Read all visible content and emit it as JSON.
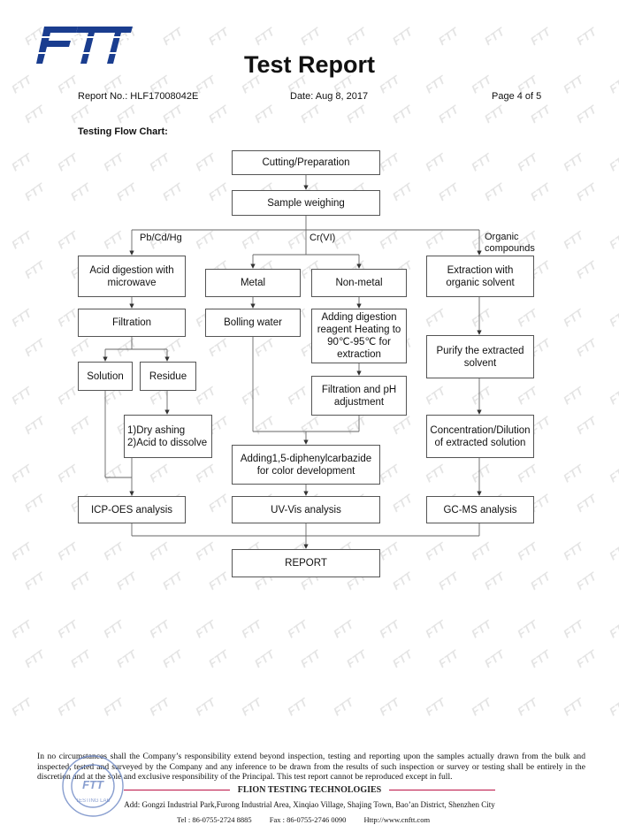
{
  "header": {
    "logo_text": "FTT",
    "title": "Test Report",
    "report_no": "Report No.: HLF17008042E",
    "date": "Date: Aug 8, 2017",
    "page": "Page 4 of 5"
  },
  "section_title": "Testing Flow Chart:",
  "flow": {
    "cutting": "Cutting/Preparation",
    "weighing": "Sample weighing",
    "branch_pb": "Pb/Cd/Hg",
    "branch_cr": "Cr(VI)",
    "branch_org": "Organic compounds",
    "acid": "Acid digestion with microwave",
    "filtration": "Filtration",
    "solution": "Solution",
    "residue": "Residue",
    "dry": "1)Dry ashing 2)Acid to dissolve",
    "icp": "ICP-OES analysis",
    "metal": "Metal",
    "nonmetal": "Non-metal",
    "boiling": "Bolling water",
    "digestion": "Adding digestion reagent Heating to 90℃-95℃ for extraction",
    "filtph": "Filtration and pH adjustment",
    "diphenyl": "Adding1,5-diphenylcarbazide for color development",
    "uvvis": "UV-Vis analysis",
    "extraction": "Extraction with organic solvent",
    "purify": "Purify the extracted solvent",
    "concentration": "Concentration/Dilution of extracted solution",
    "gcms": "GC-MS analysis",
    "report": "REPORT"
  },
  "footer": {
    "disclaimer": "In no circumstances shall the Company’s responsibility extend beyond inspection, testing and reporting upon the samples actually drawn from the bulk and inspected, tested and surveyed by the Company and any inference to be drawn from the results of such inspection or survey or testing shall be entirely in the discretion and at the sole and exclusive responsibility of the Principal. This test report cannot be reproduced except in full.",
    "company": "FLION TESTING TECHNOLOGIES",
    "address": "Add: Gongzi Industrial Park,Furong Industrial Area, Xinqiao Village, Shajing Town, Bao’an District, Shenzhen City",
    "tel": "Tel : 86-0755-2724 8885",
    "fax": "Fax : 86-0755-2746 0090",
    "web": "Http://www.cnftt.com"
  },
  "stamp_text": "TESTING LAB",
  "colors": {
    "logo": "#1a3d8f",
    "company_rule": "#b01144",
    "stamp": "#6b86c4"
  }
}
